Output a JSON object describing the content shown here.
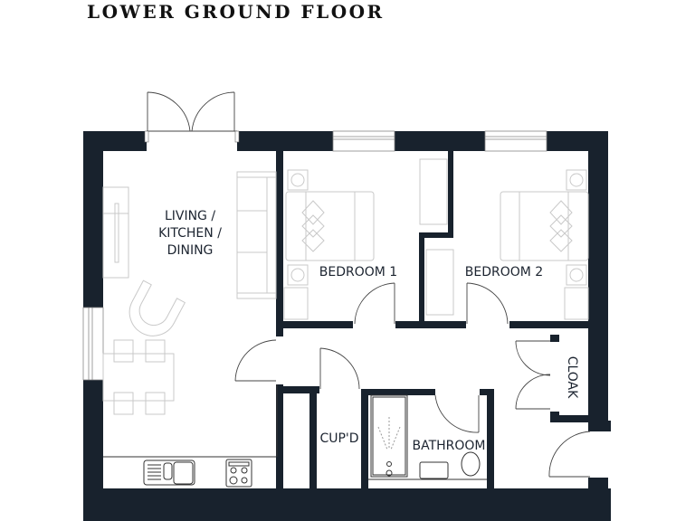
{
  "plan": {
    "title": "LOWER GROUND FLOOR",
    "wall_color": "#18222d",
    "rooms": {
      "living": {
        "line1": "LIVING /",
        "line2": "KITCHEN /",
        "line3": "DINING"
      },
      "bedroom1": {
        "label": "BEDROOM 1"
      },
      "bedroom2": {
        "label": "BEDROOM 2"
      },
      "cloak": {
        "label": "CLOAK"
      },
      "cupboard": {
        "label": "CUP'D"
      },
      "bathroom": {
        "label": "BATHROOM"
      }
    }
  }
}
